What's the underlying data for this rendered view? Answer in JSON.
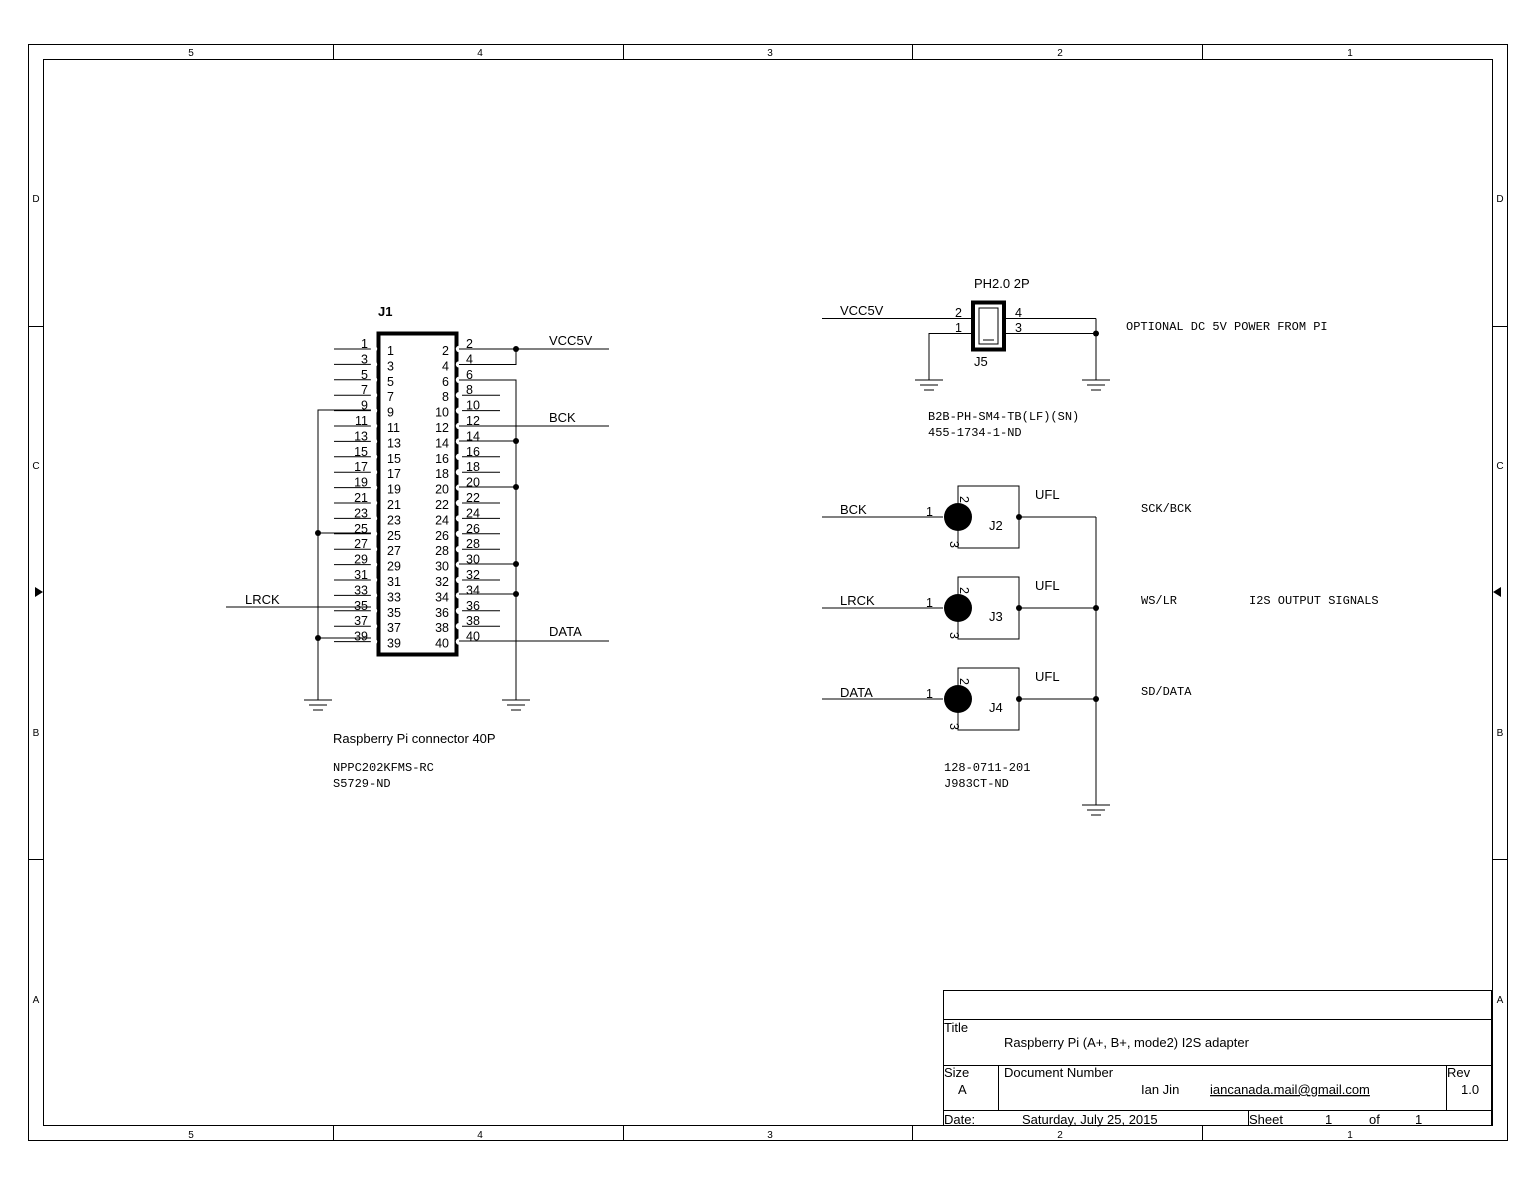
{
  "frame": {
    "col_labels": [
      "5",
      "4",
      "3",
      "2",
      "1"
    ],
    "row_labels": [
      "D",
      "C",
      "B",
      "A"
    ]
  },
  "j1": {
    "ref": "J1",
    "title": "Raspberry Pi connector 40P",
    "part1": "NPPC202KFMS-RC",
    "part2": "S5729-ND",
    "pins_left": [
      "1",
      "3",
      "5",
      "7",
      "9",
      "11",
      "13",
      "15",
      "17",
      "19",
      "21",
      "23",
      "25",
      "27",
      "29",
      "31",
      "33",
      "35",
      "37",
      "39"
    ],
    "pins_right": [
      "2",
      "4",
      "6",
      "8",
      "10",
      "12",
      "14",
      "16",
      "18",
      "20",
      "22",
      "24",
      "26",
      "28",
      "30",
      "32",
      "34",
      "36",
      "38",
      "40"
    ]
  },
  "nets": {
    "vcc5v_left": "VCC5V",
    "bck_left": "BCK",
    "lrck_left": "LRCK",
    "data_left": "DATA",
    "vcc5v_right": "VCC5V",
    "bck_right": "BCK",
    "lrck_right": "LRCK",
    "data_right": "DATA"
  },
  "j5": {
    "type": "PH2.0 2P",
    "ref": "J5",
    "pin2": "2",
    "pin1": "1",
    "pin4": "4",
    "pin3": "3",
    "note": "OPTIONAL DC 5V POWER FROM PI",
    "part1": "B2B-PH-SM4-TB(LF)(SN)",
    "part2": "455-1734-1-ND"
  },
  "ufl": {
    "type": "UFL",
    "pin1": "1",
    "pin2": "2",
    "pin3": "3",
    "connectors": [
      {
        "ref": "J2",
        "signal": "SCK/BCK"
      },
      {
        "ref": "J3",
        "signal": "WS/LR"
      },
      {
        "ref": "J4",
        "signal": "SD/DATA"
      }
    ],
    "output_note": "I2S OUTPUT SIGNALS",
    "part1": "128-0711-201",
    "part2": "J983CT-ND"
  },
  "title_block": {
    "title_label": "Title",
    "title": "Raspberry Pi (A+, B+, mode2) I2S adapter",
    "size_label": "Size",
    "size": "A",
    "docnum_label": "Document Number",
    "author": "Ian Jin",
    "email": "iancanada.mail@gmail.com",
    "rev_label": "Rev",
    "rev": "1.0",
    "date_label": "Date:",
    "date": "Saturday, July 25, 2015",
    "sheet_label": "Sheet",
    "sheet": "1",
    "of_label": "of",
    "sheets": "1"
  }
}
